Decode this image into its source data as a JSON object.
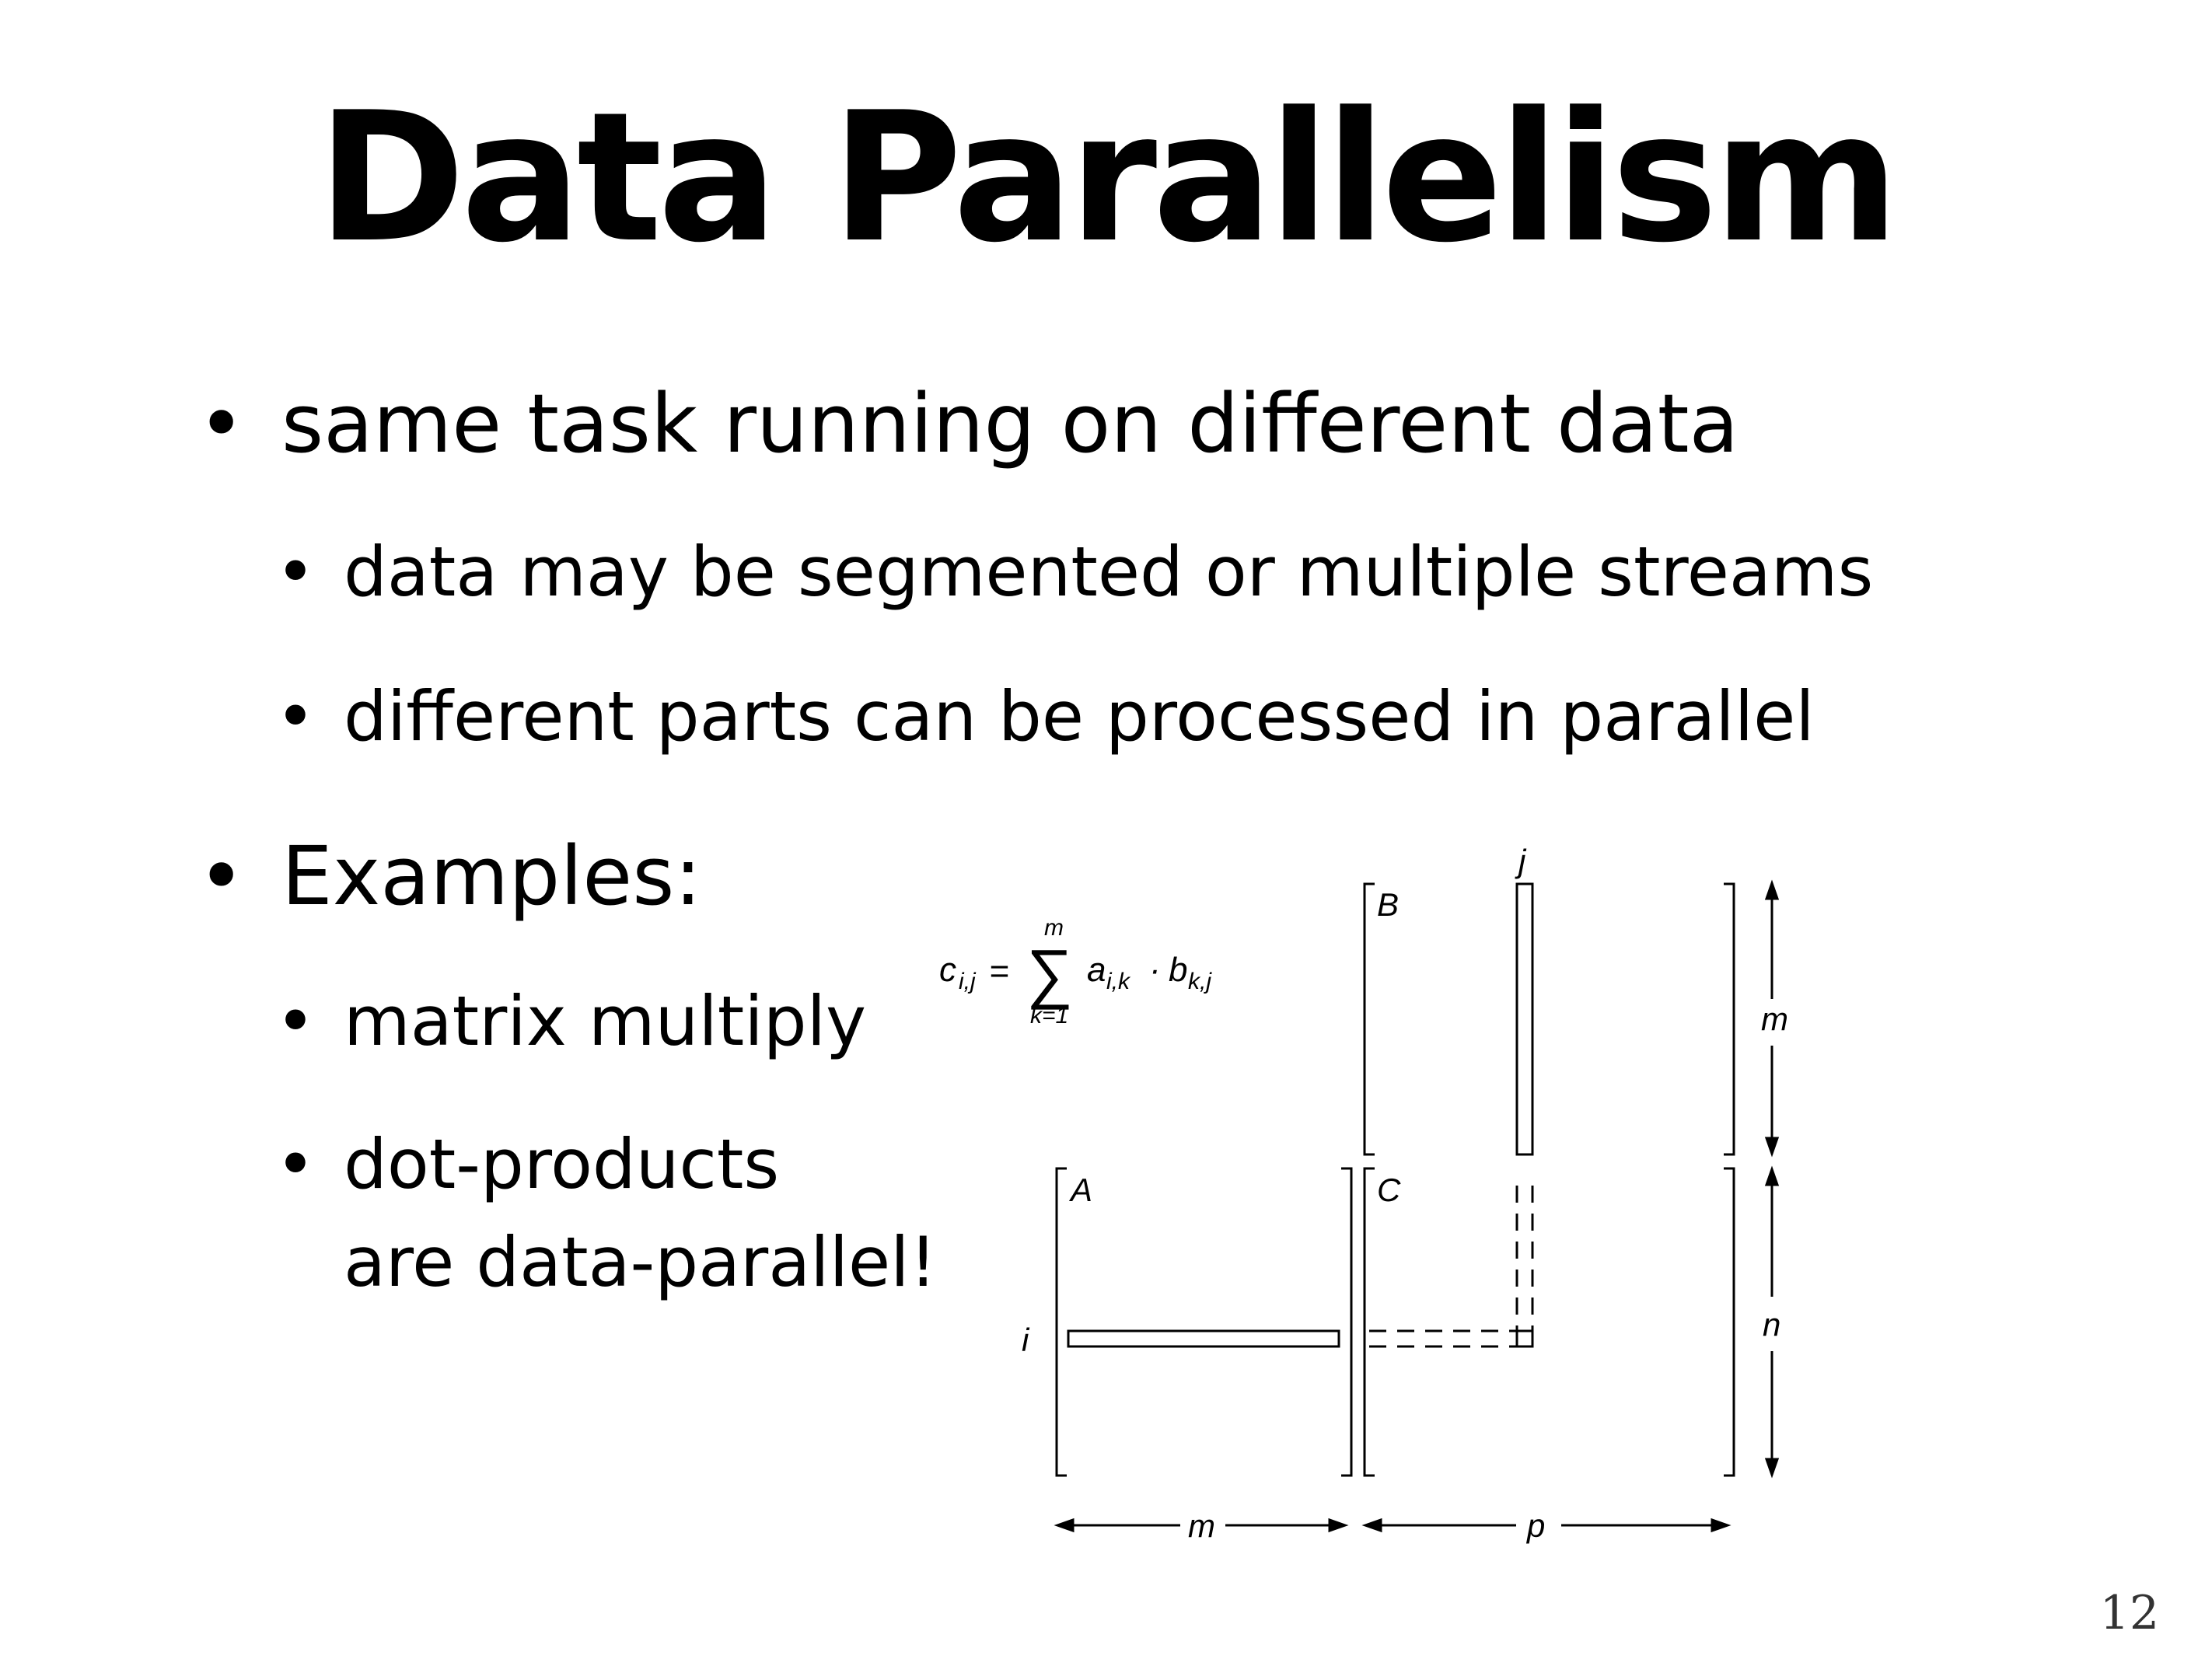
{
  "slide": {
    "title": "Data Parallelism",
    "bullets": [
      {
        "text": "same task running on different data"
      },
      {
        "text": "data may be segmented or multiple streams"
      },
      {
        "text": "different parts can be processed in parallel"
      },
      {
        "text": "Examples:"
      },
      {
        "text": "matrix multiply"
      },
      {
        "text": "dot-products"
      },
      {
        "text": "are data-parallel!"
      }
    ],
    "bullet_glyph": "•",
    "page_number": "12"
  },
  "figure": {
    "formula": {
      "lhs_base": "c",
      "lhs_sub": "i,j",
      "equals": "=",
      "sigma": "∑",
      "sum_upper": "m",
      "sum_lower": "k=1",
      "term_a": "a",
      "term_a_sub": "i,k",
      "dot": "·",
      "term_b": "b",
      "term_b_sub": "k,j"
    },
    "labels": {
      "matrix_a": "A",
      "matrix_b": "B",
      "matrix_c": "C",
      "index_i": "i",
      "index_j": "j",
      "dim_m_right": "m",
      "dim_n": "n",
      "dim_m_bottom": "m",
      "dim_p": "p"
    }
  }
}
